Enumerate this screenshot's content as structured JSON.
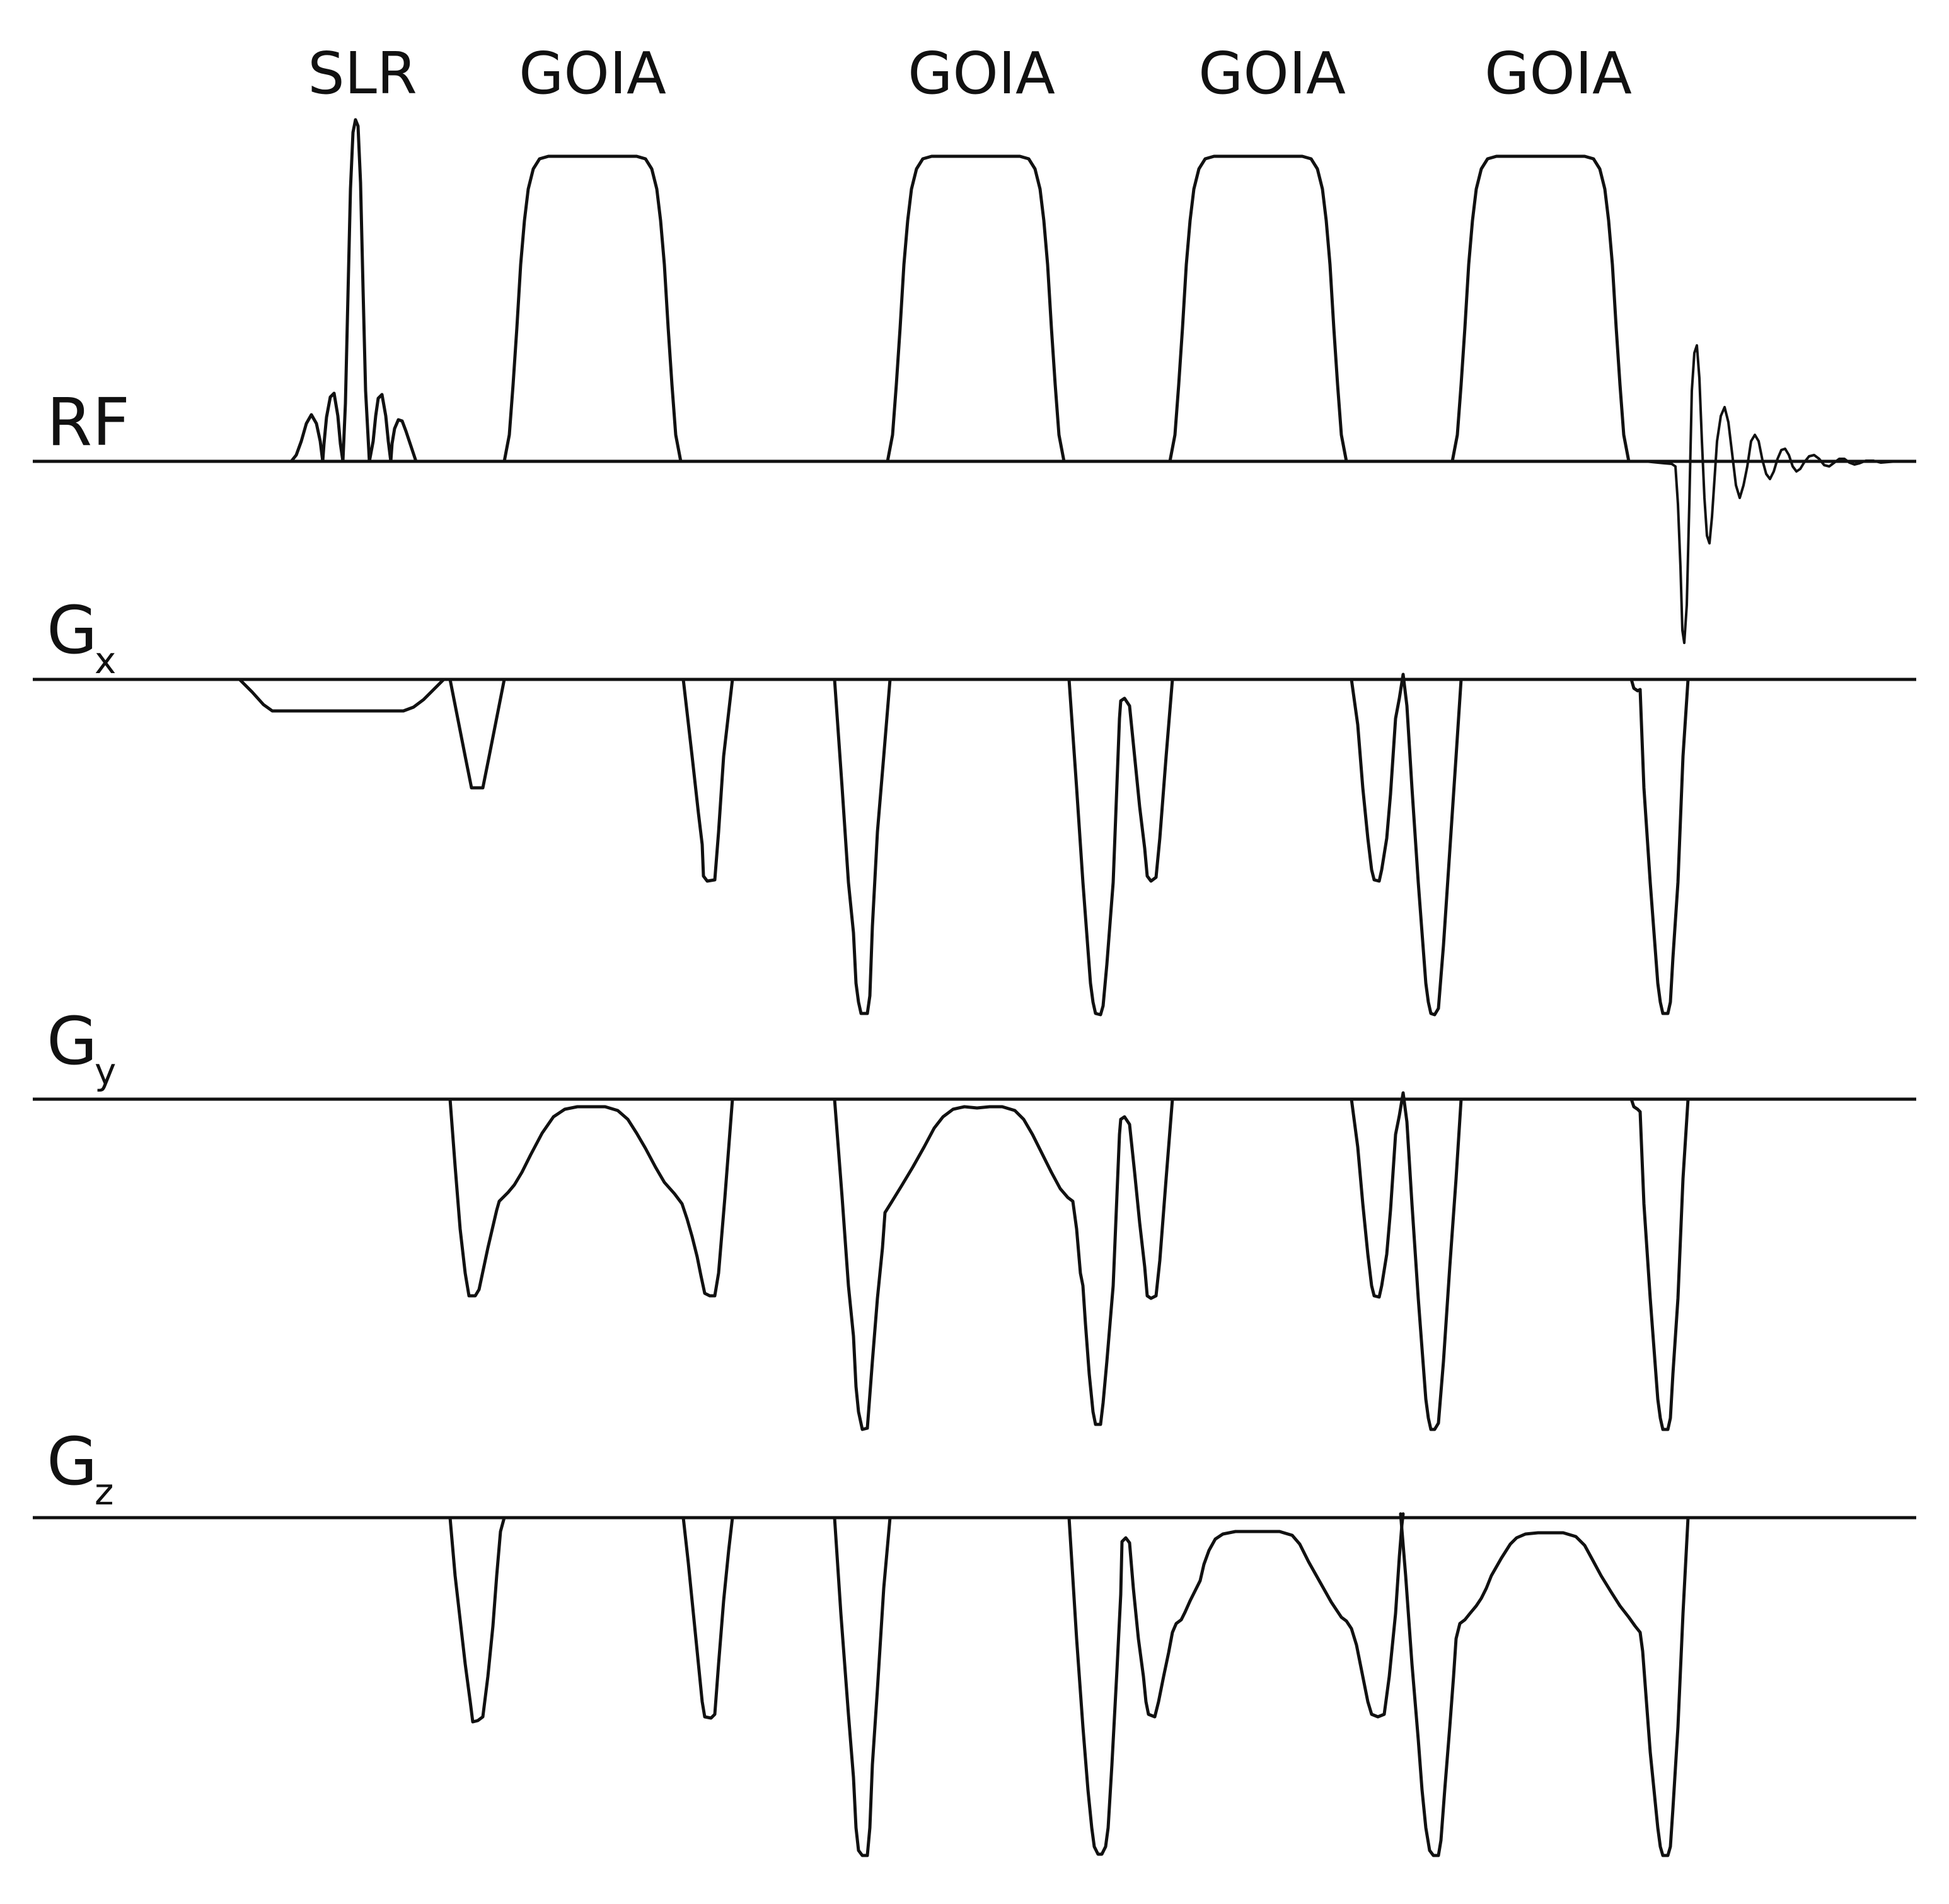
{
  "pulse_labels": {
    "slr": "SLR",
    "goia_1": "GOIA",
    "goia_2": "GOIA",
    "goia_3": "GOIA",
    "goia_4": "GOIA"
  },
  "rows": {
    "rf": {
      "label": "RF"
    },
    "gx": {
      "label": "G",
      "subscript": "x"
    },
    "gy": {
      "label": "G",
      "subscript": "y"
    },
    "gz": {
      "label": "G",
      "subscript": "z"
    }
  },
  "colors": {
    "ink": "#111111",
    "background": "#ffffff"
  }
}
